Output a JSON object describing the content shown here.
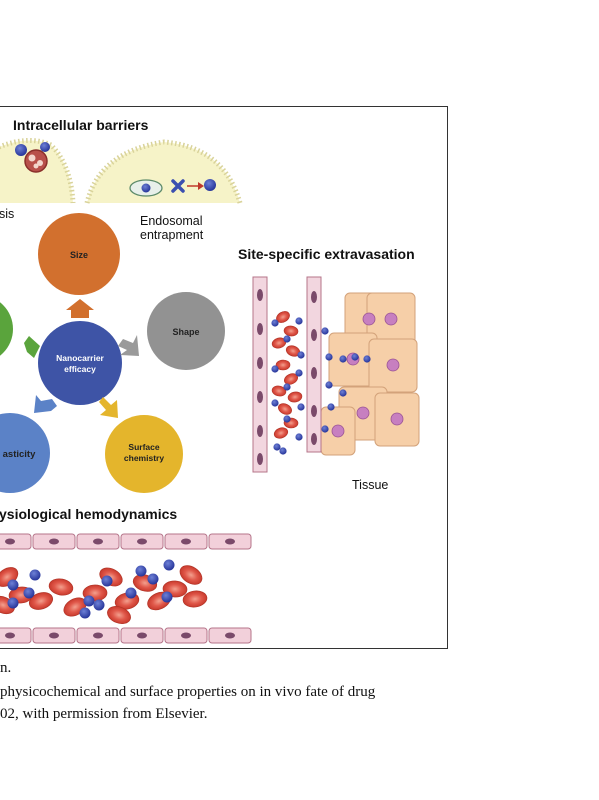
{
  "figure": {
    "sections": {
      "intracellular": "Intracellular barriers",
      "extravasation": "Site-specific extravasation",
      "hemodynamics": "ysiological hemodynamics"
    },
    "labels": {
      "left_cut": "sis",
      "endosomal_1": "Endosomal",
      "endosomal_2": "entrapment",
      "tissue": "Tissue"
    },
    "center": {
      "line1": "Nanocarrier",
      "line2": "efficacy"
    },
    "properties": {
      "size": "Size",
      "shape": "Shape",
      "surface_1": "Surface",
      "surface_2": "chemistry",
      "elasticity": "asticity"
    },
    "colors": {
      "size": "#d2702e",
      "shape": "#929292",
      "surface": "#e4b52c",
      "elasticity": "#5b82c7",
      "green": "#5aa43c",
      "center": "#3e54a6",
      "rbc": "#d9493b",
      "nanoparticle": "#3b4fb0",
      "endothelial": "#efc8d4",
      "tissue_cell": "#f6cfa8",
      "membrane": "#f6f3c8"
    }
  },
  "caption": {
    "line1": "n.",
    "line2": "physicochemical and surface properties on in vivo fate of drug",
    "line3": "02, with permission from Elsevier."
  }
}
